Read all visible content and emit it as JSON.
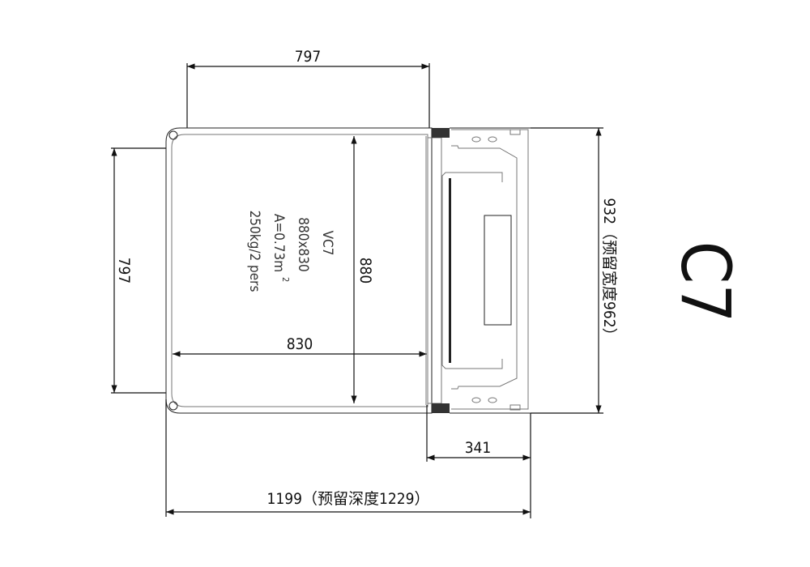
{
  "drawing": {
    "model_label": "C7",
    "dimensions": {
      "top_width": "797",
      "left_width": "797",
      "cabin_depth": "880",
      "cabin_width": "830",
      "door_depth": "341",
      "overall_depth": "1199（预留深度1229）",
      "overall_width": "932（预留宽度962）"
    },
    "cabin_label": {
      "model": "VC7",
      "size": "880x830",
      "area": "A=0.73m",
      "area_exponent": "2",
      "capacity": "250kg/2 pers"
    }
  }
}
